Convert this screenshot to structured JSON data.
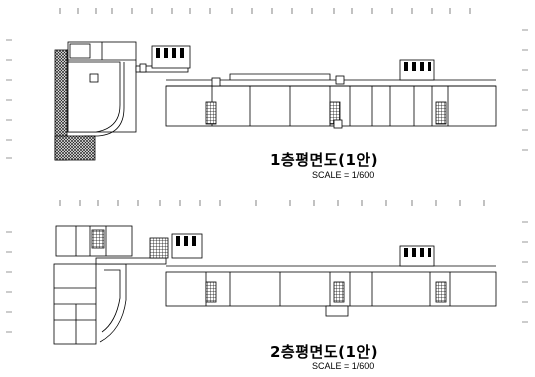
{
  "plans": [
    {
      "title": "1층평면도(1안)",
      "scale": "SCALE = 1/600"
    },
    {
      "title": "2층평면도(1안)",
      "scale": "SCALE = 1/600"
    }
  ]
}
